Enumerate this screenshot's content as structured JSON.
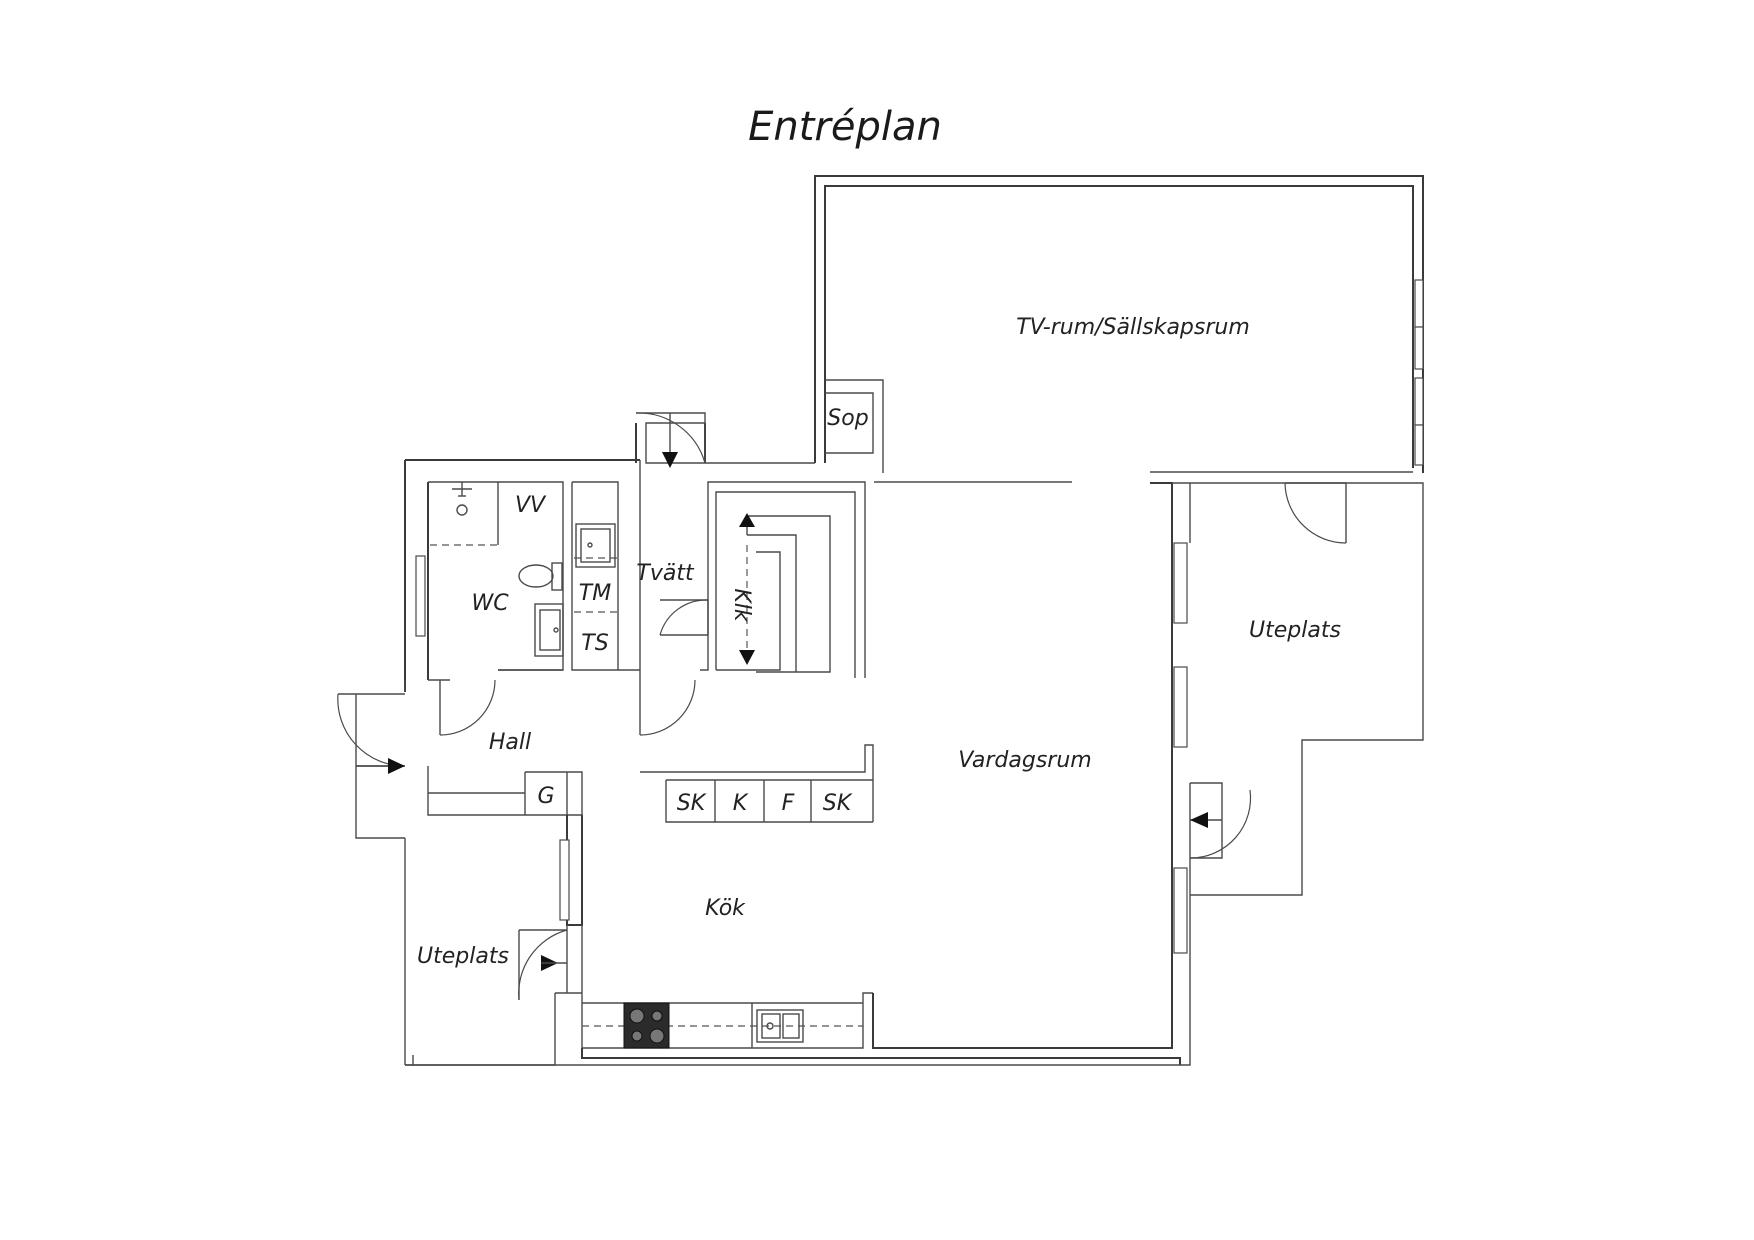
{
  "title": "Entréplan",
  "rooms": {
    "tv_room": "TV-rum/Sällskapsrum",
    "sop": "Sop",
    "vv": "VV",
    "tvatt": "Tvätt",
    "tm": "TM",
    "ts": "TS",
    "wc": "WC",
    "klk": "Klk",
    "uteplats_right": "Uteplats",
    "hall": "Hall",
    "g": "G",
    "vardagsrum": "Vardagsrum",
    "sk1": "SK",
    "k": "K",
    "f": "F",
    "sk2": "SK",
    "kok": "Kök",
    "uteplats_left": "Uteplats"
  }
}
